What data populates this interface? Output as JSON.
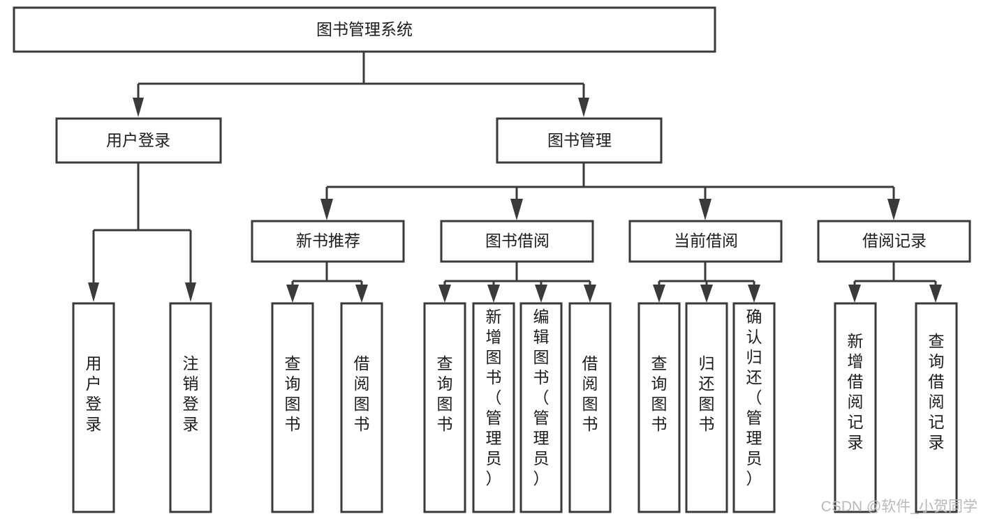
{
  "diagram": {
    "type": "tree",
    "title": "图书管理系统",
    "orientation": "top-down",
    "style": {
      "box_fill": "#ffffff",
      "box_stroke": "#3a3a3a",
      "text_color": "#1c1c1c",
      "background": "#ffffff",
      "watermark_color": "#b9b9b9"
    },
    "root": {
      "label": "图书管理系统"
    },
    "level2": [
      {
        "label": "用户登录"
      },
      {
        "label": "图书管理"
      }
    ],
    "level3": [
      {
        "label": "新书推荐"
      },
      {
        "label": "图书借阅"
      },
      {
        "label": "当前借阅"
      },
      {
        "label": "借阅记录"
      }
    ],
    "leaves": {
      "user_login": [
        {
          "label": "用户登录"
        },
        {
          "label": "注销登录"
        }
      ],
      "new_book_recommend": [
        {
          "label": "查询图书"
        },
        {
          "label": "借阅图书"
        }
      ],
      "book_borrow": [
        {
          "label": "查询图书"
        },
        {
          "label": "新增图书（管理员）"
        },
        {
          "label": "编辑图书（管理员）"
        },
        {
          "label": "借阅图书"
        }
      ],
      "current_borrow": [
        {
          "label": "查询图书"
        },
        {
          "label": "归还图书"
        },
        {
          "label": "确认归还（管理员）"
        }
      ],
      "borrow_record": [
        {
          "label": "新增借阅记录"
        },
        {
          "label": "查询借阅记录"
        }
      ]
    }
  },
  "watermark": {
    "text": "CSDN @软件_小贺同学"
  }
}
